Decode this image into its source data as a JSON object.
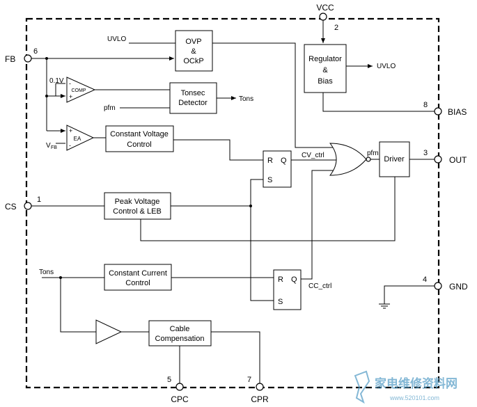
{
  "pins": {
    "vcc": {
      "name": "VCC",
      "num": "2"
    },
    "fb": {
      "name": "FB",
      "num": "6"
    },
    "cs": {
      "name": "CS",
      "num": "1"
    },
    "bias": {
      "name": "BIAS",
      "num": "8"
    },
    "out": {
      "name": "OUT",
      "num": "3"
    },
    "gnd": {
      "name": "GND",
      "num": "4"
    },
    "cpc": {
      "name": "CPC",
      "num": "5"
    },
    "cpr": {
      "name": "CPR",
      "num": "7"
    }
  },
  "blocks": {
    "ovp": {
      "line1": "OVP",
      "line2": "&",
      "line3": "OCkP"
    },
    "regulator": {
      "line1": "Regulator",
      "line2": "&",
      "line3": "Bias"
    },
    "tonsec": {
      "line1": "Tonsec",
      "line2": "Detector"
    },
    "cv_ctrl": {
      "line1": "Constant Voltage",
      "line2": "Control"
    },
    "peak": {
      "line1": "Peak Voltage",
      "line2": "Control & LEB"
    },
    "cc_ctrl": {
      "line1": "Constant Current",
      "line2": "Control"
    },
    "cable": {
      "line1": "Cable",
      "line2": "Compensation"
    },
    "driver": {
      "label": "Driver"
    },
    "comp": {
      "label": "COMP",
      "plus": "+",
      "minus": "-"
    },
    "ea": {
      "label": "EA",
      "plus": "+",
      "minus": "-"
    },
    "ff1": {
      "r": "R",
      "q": "Q",
      "s": "S"
    },
    "ff2": {
      "r": "R",
      "q": "Q",
      "s": "S"
    }
  },
  "signals": {
    "uvlo_in": "UVLO",
    "uvlo_out": "UVLO",
    "ref_01v": "0.1V",
    "vfb_main": "V",
    "vfb_sub": "FB",
    "pfm_in": "pfm",
    "pfm_out": "pfm",
    "tons_out": "Tons",
    "tons_in": "Tons",
    "cv_ctrl": "CV_ctrl",
    "cc_ctrl": "CC_ctrl"
  },
  "watermark": {
    "cn": "家电维修资料网",
    "url": "www.520101.com",
    "color": "#5aa0c8"
  }
}
